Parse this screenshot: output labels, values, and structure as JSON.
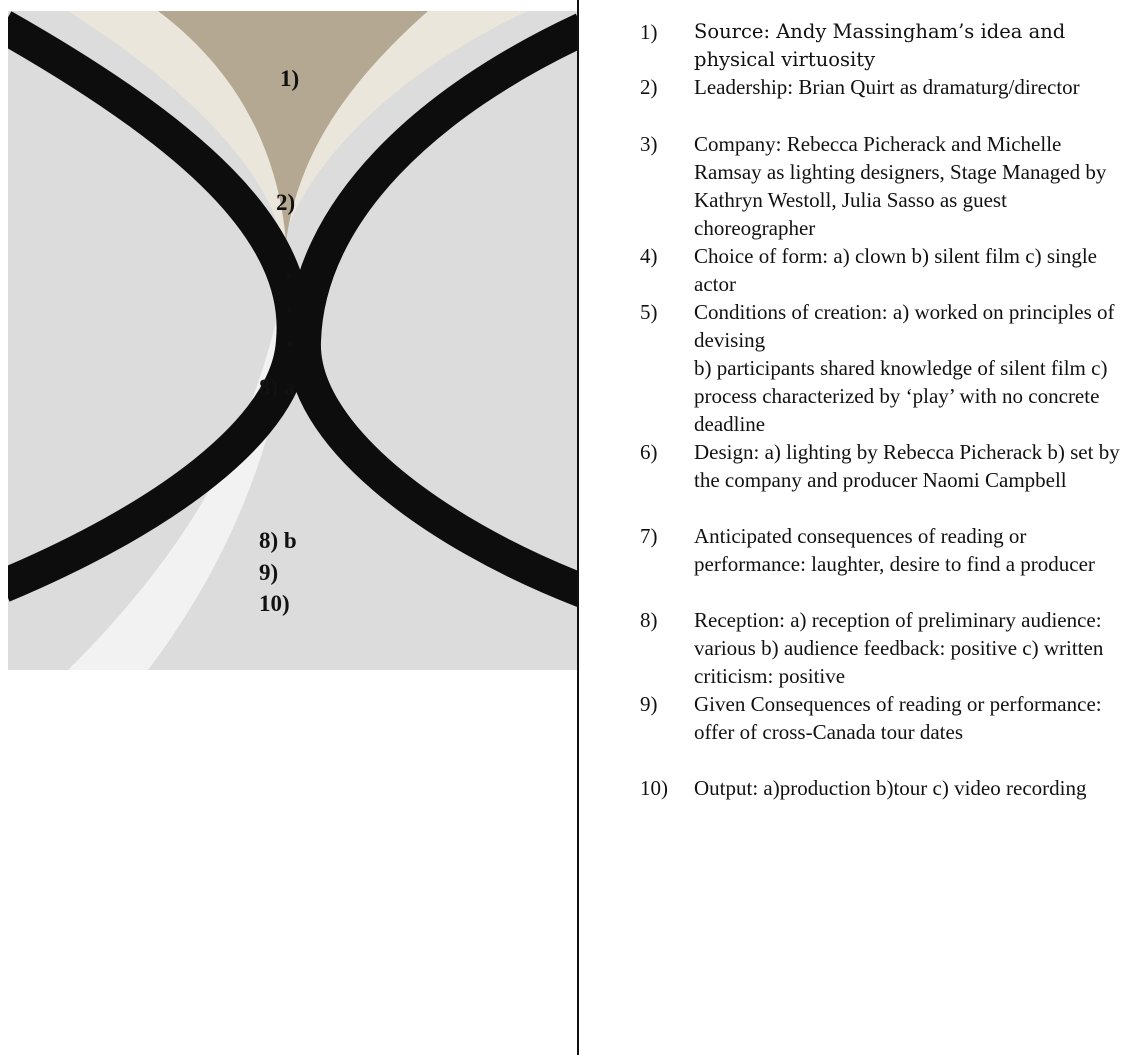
{
  "figure": {
    "labels": {
      "l1": "1)",
      "l2": "2)",
      "l8a": "8) a",
      "l8b": "8) b",
      "l9": "9)",
      "l10": "10)"
    },
    "colors": {
      "background": "#ffffff",
      "light_gray": "#dcdcdc",
      "pale_cream": "#ebe6dc",
      "tan": "#b4a893",
      "black_band": "#0d0d0d",
      "white_stripe": "#f2f2f2"
    }
  },
  "items": [
    {
      "num": "1)",
      "text": "Source: Andy Massingham’s idea and physical virtuosity"
    },
    {
      "num": "2)",
      "text": "Leadership: Brian Quirt as dramaturg/director"
    },
    {
      "num": "3)",
      "text": "Company: Rebecca Picherack  and Michelle Ramsay as lighting designers, Stage Managed by Kathryn Westoll, Julia Sasso as guest choreographer"
    },
    {
      "num": "4)",
      "text": "Choice of form: a) clown b) silent film c) single actor"
    },
    {
      "num": "5)",
      "text": "Conditions of creation: a) worked on principles of devising"
    },
    {
      "num": "",
      "text": "b) participants shared knowledge of silent film c) process characterized by ‘play’ with no concrete deadline"
    },
    {
      "num": "6)",
      "text": "Design: a) lighting by Rebecca Picherack b) set by the company and producer Naomi Campbell"
    },
    {
      "num": "7)",
      "text": "Anticipated consequences of reading or performance: laughter, desire to find a producer"
    },
    {
      "num": "8)",
      "text": "Reception:  a) reception of preliminary audience: various b) audience feedback: positive c) written criticism: positive"
    },
    {
      "num": "9)",
      "text": "Given Consequences of reading or performance: offer of cross-Canada tour dates"
    },
    {
      "num": "10)",
      "text": "Output: a)production b)tour c) video recording"
    }
  ]
}
